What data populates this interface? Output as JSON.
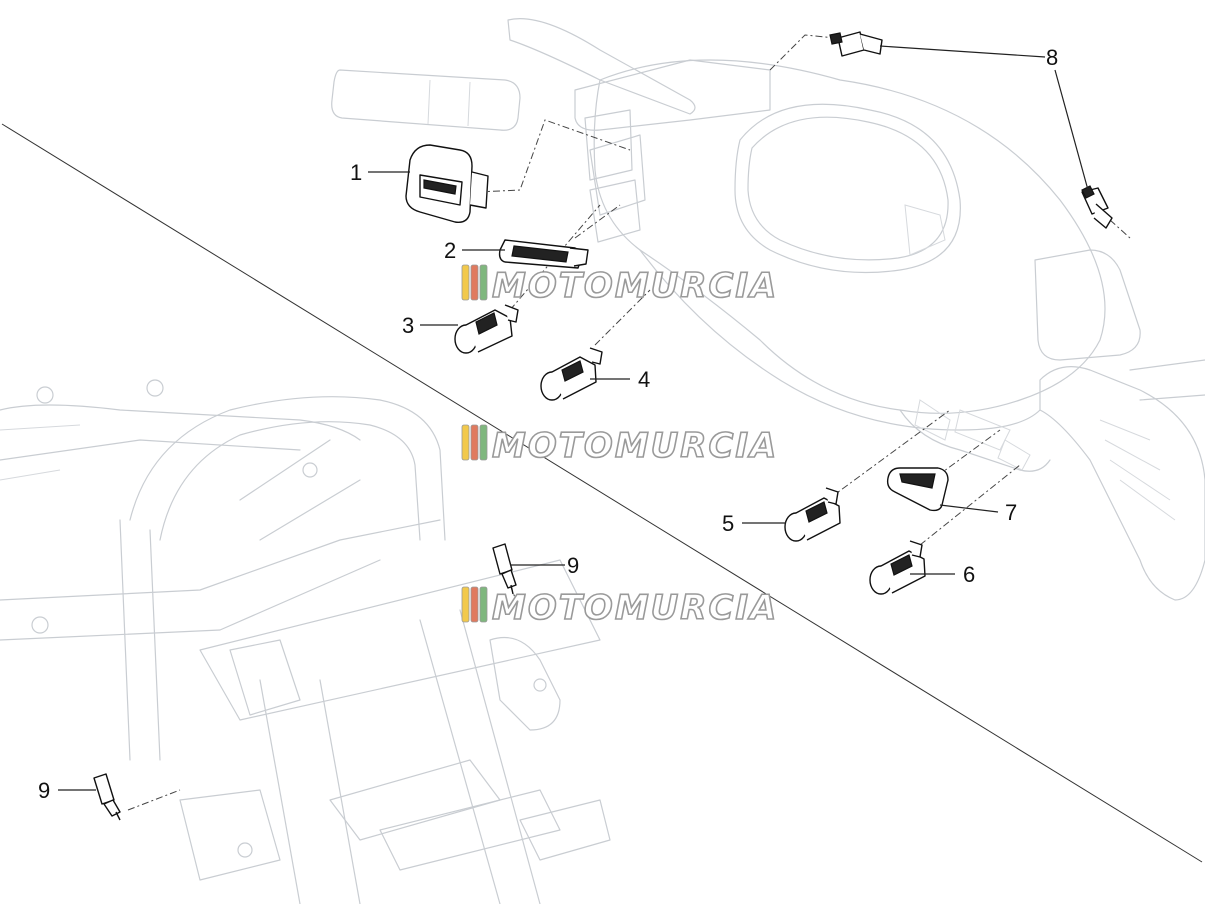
{
  "callouts": [
    {
      "id": "1",
      "label": "1"
    },
    {
      "id": "2",
      "label": "2"
    },
    {
      "id": "3",
      "label": "3"
    },
    {
      "id": "4",
      "label": "4"
    },
    {
      "id": "5",
      "label": "5"
    },
    {
      "id": "6",
      "label": "6"
    },
    {
      "id": "7",
      "label": "7"
    },
    {
      "id": "8",
      "label": "8"
    },
    {
      "id": "9a",
      "label": "9"
    },
    {
      "id": "9b",
      "label": "9"
    }
  ],
  "watermark": {
    "text": "MOTOMURCIA",
    "colors": [
      "#f2c94c",
      "#e07a5f",
      "#7fb77e",
      "#9a9a9a"
    ]
  }
}
